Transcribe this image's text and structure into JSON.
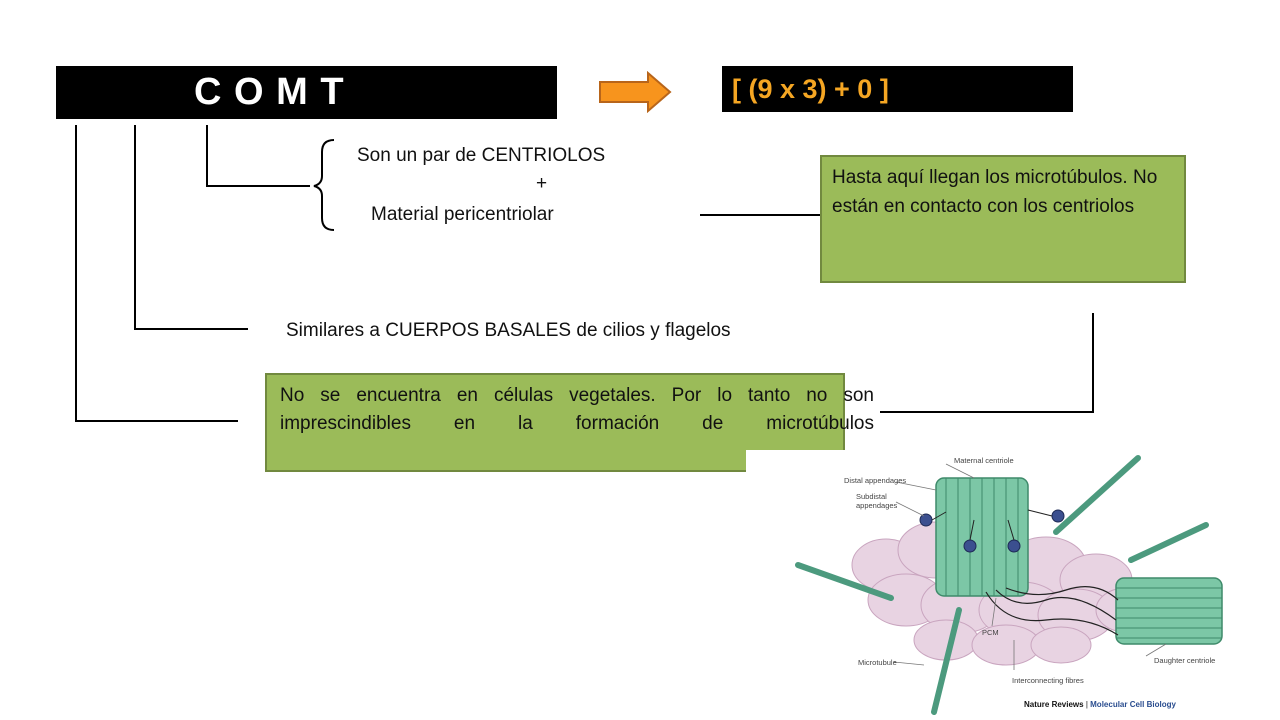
{
  "header": {
    "title": "C O M T",
    "formula": "[ (9 x 3) + 0 ]",
    "arrow_color": "#f7941d"
  },
  "notes": {
    "centrioles_line1": "Son un par de CENTRIOLOS",
    "centrioles_plus": "+",
    "centrioles_line2": "Material pericentriolar",
    "basal_bodies": "Similares a CUERPOS BASALES de cilios y flagelos"
  },
  "boxes": {
    "microtubules_end": "Hasta aquí llegan los microtúbulos. No están en contacto con los centriolos",
    "plant_cells": "No se encuentra en células vegetales. Por lo tanto no son imprescindibles en la formación de microtúbulos"
  },
  "figure": {
    "labels": {
      "maternal_centriole": "Maternal centriole",
      "distal_appendages": "Distal appendages",
      "subdistal_appendages": "Subdistal appendages",
      "pcm": "PCM",
      "microtubule": "Microtubule",
      "daughter_centriole": "Daughter centriole",
      "interconnecting_fibres": "Interconnecting fibres"
    },
    "credit_journal": "Nature Reviews",
    "credit_section": "Molecular Cell Biology"
  },
  "colors": {
    "box_green": "#9bbb59",
    "formula_orange": "#f5a623",
    "microtubule_green": "#4c9a7e",
    "pcm_pink": "#d7b6cf"
  }
}
